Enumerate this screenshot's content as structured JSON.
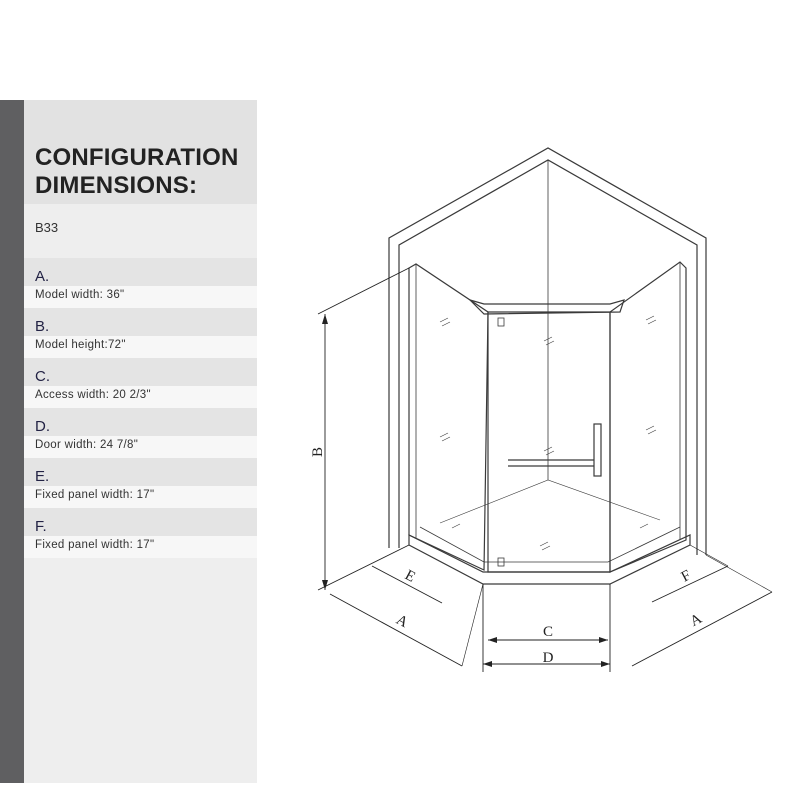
{
  "panel": {
    "title_line1": "CONFIGURATION",
    "title_line2": "DIMENSIONS:",
    "model_code": "B33"
  },
  "specs": [
    {
      "letter": "A.",
      "text": "Model width: 36\""
    },
    {
      "letter": "B.",
      "text": "Model height:72\""
    },
    {
      "letter": "C.",
      "text": "Access width:  20 2/3\""
    },
    {
      "letter": "D.",
      "text": "Door width: 24 7/8\""
    },
    {
      "letter": "E.",
      "text": "Fixed panel width:  17\""
    },
    {
      "letter": "F.",
      "text": "Fixed panel width:  17\""
    }
  ],
  "drawing": {
    "labels": {
      "A_left": "A",
      "A_right": "A",
      "B": "B",
      "C": "C",
      "D": "D",
      "E": "E",
      "F": "F"
    },
    "colors": {
      "line": "#3a3a3a",
      "dim": "#222222"
    }
  }
}
